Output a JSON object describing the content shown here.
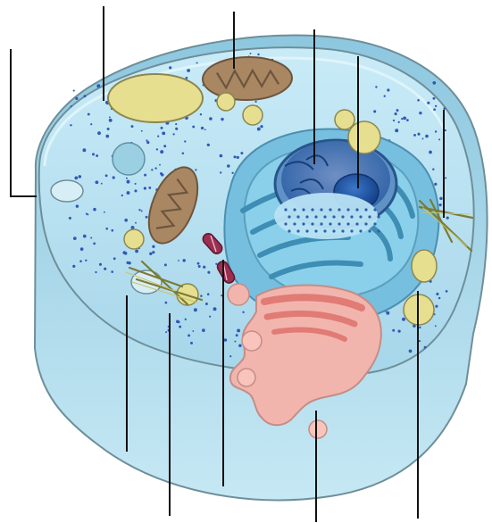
{
  "diagram": {
    "kind": "unlabeled animal cell diagram",
    "labels": [],
    "colors": {
      "cytoplasm": "#bfe3f2",
      "cytoplasm_shadow": "#9dd1e6",
      "membrane": "#6e8f99",
      "nucleus": "#2d61a6",
      "nucleus_highlight": "#1f4f96",
      "endoplasmic_reticulum": "#7fc3e3",
      "golgi": "#f2b5ad",
      "golgi_dark": "#e07b75",
      "mitochondrion": "#a98763",
      "vacuole": "#e6df90",
      "leader": "#111111"
    },
    "pointers": [
      "leader-line-left-membrane",
      "leader-line-top-cytoplasm",
      "leader-line-top-mitochondrion",
      "leader-line-top-nucleus",
      "leader-line-top-nucleolus",
      "leader-line-right-cytoskeleton",
      "leader-line-bottom-vacuole",
      "leader-line-bottom-cytoplasm",
      "leader-line-bottom-centriole",
      "leader-line-bottom-golgi",
      "leader-line-bottom-er"
    ]
  }
}
